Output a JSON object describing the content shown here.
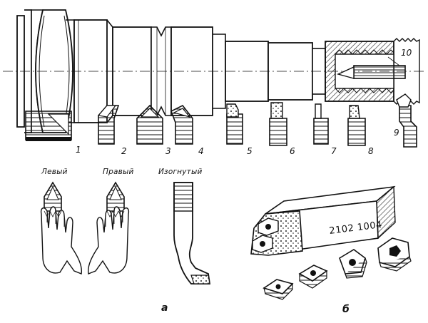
{
  "labels": {
    "tool_1": "1",
    "tool_2": "2",
    "tool_3": "3",
    "tool_4": "4",
    "tool_5": "5",
    "tool_6": "6",
    "tool_7": "7",
    "tool_8": "8",
    "tool_9": "9",
    "tool_10": "10"
  },
  "titles": {
    "left": "Левый",
    "right": "Правый",
    "bent": "Изогнутый"
  },
  "captions": {
    "a": "а",
    "b": "б"
  },
  "holder_code": "2102 1004"
}
